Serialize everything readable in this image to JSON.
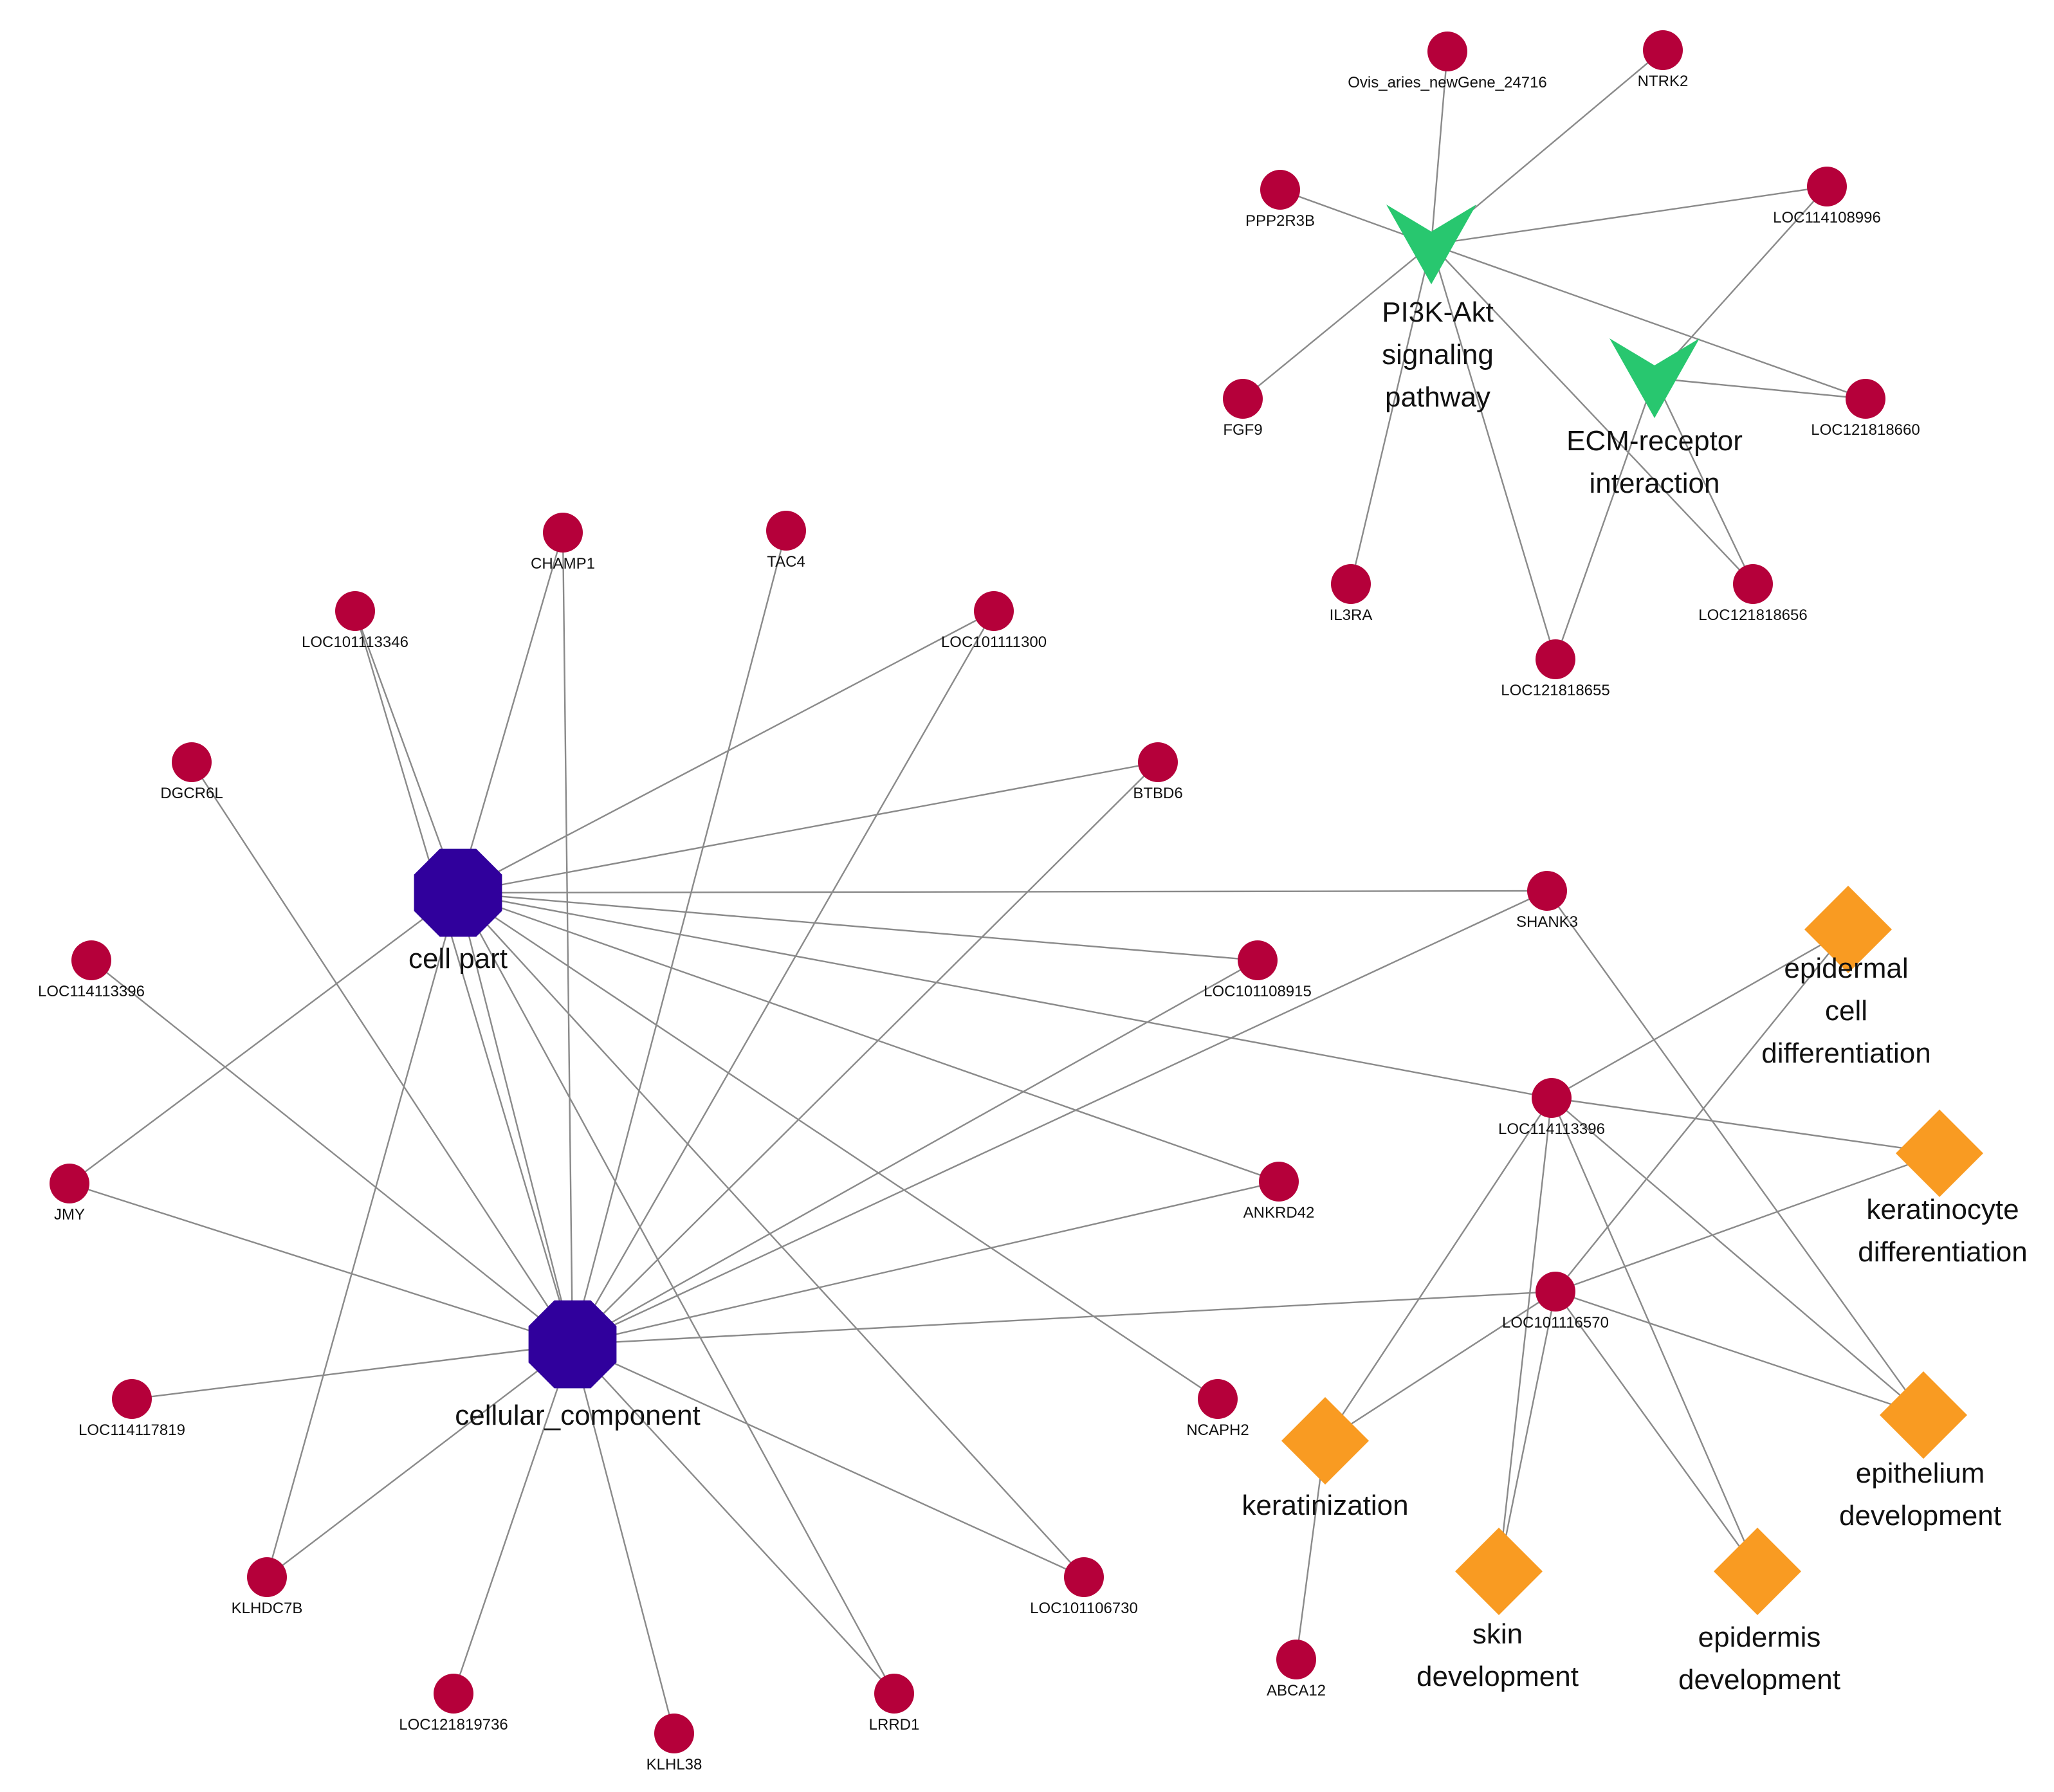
{
  "colors": {
    "gene": "#b5003a",
    "cellular_component": "#30009c",
    "kegg_pathway": "#28c76f",
    "biological_process": "#f99b22",
    "edge": "#8a8a8a"
  },
  "nodes": [
    {
      "id": "cell_part",
      "kind": "term",
      "shape": "octagon",
      "color_key": "cellular_component",
      "label_lines": [
        "cell part"
      ]
    },
    {
      "id": "cellular_component",
      "kind": "term",
      "shape": "octagon",
      "color_key": "cellular_component",
      "label_lines": [
        "cellular_component"
      ]
    },
    {
      "id": "pi3k",
      "kind": "term",
      "shape": "arrowhead",
      "color_key": "kegg_pathway",
      "label_lines": [
        "PI3K-Akt",
        "signaling",
        "pathway"
      ]
    },
    {
      "id": "ecm",
      "kind": "term",
      "shape": "arrowhead",
      "color_key": "kegg_pathway",
      "label_lines": [
        "ECM-receptor",
        "interaction"
      ]
    },
    {
      "id": "epidermal_cell_diff",
      "kind": "term",
      "shape": "diamond",
      "color_key": "biological_process",
      "label_lines": [
        "epidermal",
        "cell",
        "differentiation"
      ]
    },
    {
      "id": "keratinocyte_diff",
      "kind": "term",
      "shape": "diamond",
      "color_key": "biological_process",
      "label_lines": [
        "keratinocyte",
        "differentiation"
      ]
    },
    {
      "id": "epithelium_dev",
      "kind": "term",
      "shape": "diamond",
      "color_key": "biological_process",
      "label_lines": [
        "epithelium",
        "development"
      ]
    },
    {
      "id": "epidermis_dev",
      "kind": "term",
      "shape": "diamond",
      "color_key": "biological_process",
      "label_lines": [
        "epidermis",
        "development"
      ]
    },
    {
      "id": "skin_dev",
      "kind": "term",
      "shape": "diamond",
      "color_key": "biological_process",
      "label_lines": [
        "skin",
        "development"
      ]
    },
    {
      "id": "keratinization",
      "kind": "term",
      "shape": "diamond",
      "color_key": "biological_process",
      "label_lines": [
        "keratinization"
      ]
    },
    {
      "id": "ovis",
      "kind": "gene",
      "label": "Ovis_aries_newGene_24716"
    },
    {
      "id": "ntrk2",
      "kind": "gene",
      "label": "NTRK2"
    },
    {
      "id": "ppp2r3b",
      "kind": "gene",
      "label": "PPP2R3B"
    },
    {
      "id": "loc114108996",
      "kind": "gene",
      "label": "LOC114108996"
    },
    {
      "id": "fgf9",
      "kind": "gene",
      "label": "FGF9"
    },
    {
      "id": "loc121818660",
      "kind": "gene",
      "label": "LOC121818660"
    },
    {
      "id": "il3ra",
      "kind": "gene",
      "label": "IL3RA"
    },
    {
      "id": "loc121818656",
      "kind": "gene",
      "label": "LOC121818656"
    },
    {
      "id": "loc121818655",
      "kind": "gene",
      "label": "LOC121818655"
    },
    {
      "id": "champ1",
      "kind": "gene",
      "label": "CHAMP1"
    },
    {
      "id": "tac4",
      "kind": "gene",
      "label": "TAC4"
    },
    {
      "id": "loc101113346",
      "kind": "gene",
      "label": "LOC101113346"
    },
    {
      "id": "loc101111300",
      "kind": "gene",
      "label": "LOC101111300"
    },
    {
      "id": "dgcr6l",
      "kind": "gene",
      "label": "DGCR6L"
    },
    {
      "id": "btbd6",
      "kind": "gene",
      "label": "BTBD6"
    },
    {
      "id": "shank3",
      "kind": "gene",
      "label": "SHANK3"
    },
    {
      "id": "loc114113396a",
      "kind": "gene",
      "label": "LOC114113396"
    },
    {
      "id": "loc101108915",
      "kind": "gene",
      "label": "LOC101108915"
    },
    {
      "id": "loc114113396b",
      "kind": "gene",
      "label": "LOC114113396"
    },
    {
      "id": "jmy",
      "kind": "gene",
      "label": "JMY"
    },
    {
      "id": "ankrd42",
      "kind": "gene",
      "label": "ANKRD42"
    },
    {
      "id": "loc101116570",
      "kind": "gene",
      "label": "LOC101116570"
    },
    {
      "id": "loc114117819",
      "kind": "gene",
      "label": "LOC114117819"
    },
    {
      "id": "ncaph2",
      "kind": "gene",
      "label": "NCAPH2"
    },
    {
      "id": "klhdc7b",
      "kind": "gene",
      "label": "KLHDC7B"
    },
    {
      "id": "loc101106730",
      "kind": "gene",
      "label": "LOC101106730"
    },
    {
      "id": "abca12",
      "kind": "gene",
      "label": "ABCA12"
    },
    {
      "id": "loc121819736",
      "kind": "gene",
      "label": "LOC121819736"
    },
    {
      "id": "lrrd1",
      "kind": "gene",
      "label": "LRRD1"
    },
    {
      "id": "klhl38",
      "kind": "gene",
      "label": "KLHL38"
    }
  ],
  "edges": [
    [
      "ovis",
      "pi3k"
    ],
    [
      "ntrk2",
      "pi3k"
    ],
    [
      "ppp2r3b",
      "pi3k"
    ],
    [
      "loc114108996",
      "pi3k"
    ],
    [
      "fgf9",
      "pi3k"
    ],
    [
      "loc121818660",
      "pi3k"
    ],
    [
      "il3ra",
      "pi3k"
    ],
    [
      "loc121818656",
      "pi3k"
    ],
    [
      "loc121818655",
      "pi3k"
    ],
    [
      "loc114108996",
      "ecm"
    ],
    [
      "loc121818660",
      "ecm"
    ],
    [
      "loc121818656",
      "ecm"
    ],
    [
      "loc121818655",
      "ecm"
    ],
    [
      "loc101113346",
      "cell_part"
    ],
    [
      "champ1",
      "cell_part"
    ],
    [
      "loc101111300",
      "cell_part"
    ],
    [
      "btbd6",
      "cell_part"
    ],
    [
      "shank3",
      "cell_part"
    ],
    [
      "loc101108915",
      "cell_part"
    ],
    [
      "loc114113396b",
      "cell_part"
    ],
    [
      "ankrd42",
      "cell_part"
    ],
    [
      "ncaph2",
      "cell_part"
    ],
    [
      "loc101106730",
      "cell_part"
    ],
    [
      "lrrd1",
      "cell_part"
    ],
    [
      "klhdc7b",
      "cell_part"
    ],
    [
      "jmy",
      "cell_part"
    ],
    [
      "cellular_component",
      "cell_part"
    ],
    [
      "loc101113346",
      "cellular_component"
    ],
    [
      "champ1",
      "cellular_component"
    ],
    [
      "tac4",
      "cellular_component"
    ],
    [
      "loc101111300",
      "cellular_component"
    ],
    [
      "dgcr6l",
      "cellular_component"
    ],
    [
      "btbd6",
      "cellular_component"
    ],
    [
      "shank3",
      "cellular_component"
    ],
    [
      "loc101108915",
      "cellular_component"
    ],
    [
      "loc114113396a",
      "cellular_component"
    ],
    [
      "jmy",
      "cellular_component"
    ],
    [
      "ankrd42",
      "cellular_component"
    ],
    [
      "loc101116570",
      "cellular_component"
    ],
    [
      "loc114117819",
      "cellular_component"
    ],
    [
      "klhdc7b",
      "cellular_component"
    ],
    [
      "loc121819736",
      "cellular_component"
    ],
    [
      "klhl38",
      "cellular_component"
    ],
    [
      "lrrd1",
      "cellular_component"
    ],
    [
      "loc101106730",
      "cellular_component"
    ],
    [
      "loc114113396b",
      "epidermal_cell_diff"
    ],
    [
      "loc114113396b",
      "keratinocyte_diff"
    ],
    [
      "loc114113396b",
      "epithelium_dev"
    ],
    [
      "loc114113396b",
      "epidermis_dev"
    ],
    [
      "loc114113396b",
      "skin_dev"
    ],
    [
      "loc114113396b",
      "keratinization"
    ],
    [
      "loc101116570",
      "epidermal_cell_diff"
    ],
    [
      "loc101116570",
      "keratinocyte_diff"
    ],
    [
      "loc101116570",
      "epithelium_dev"
    ],
    [
      "loc101116570",
      "epidermis_dev"
    ],
    [
      "loc101116570",
      "skin_dev"
    ],
    [
      "loc101116570",
      "keratinization"
    ],
    [
      "shank3",
      "epithelium_dev"
    ],
    [
      "abca12",
      "keratinization"
    ]
  ]
}
